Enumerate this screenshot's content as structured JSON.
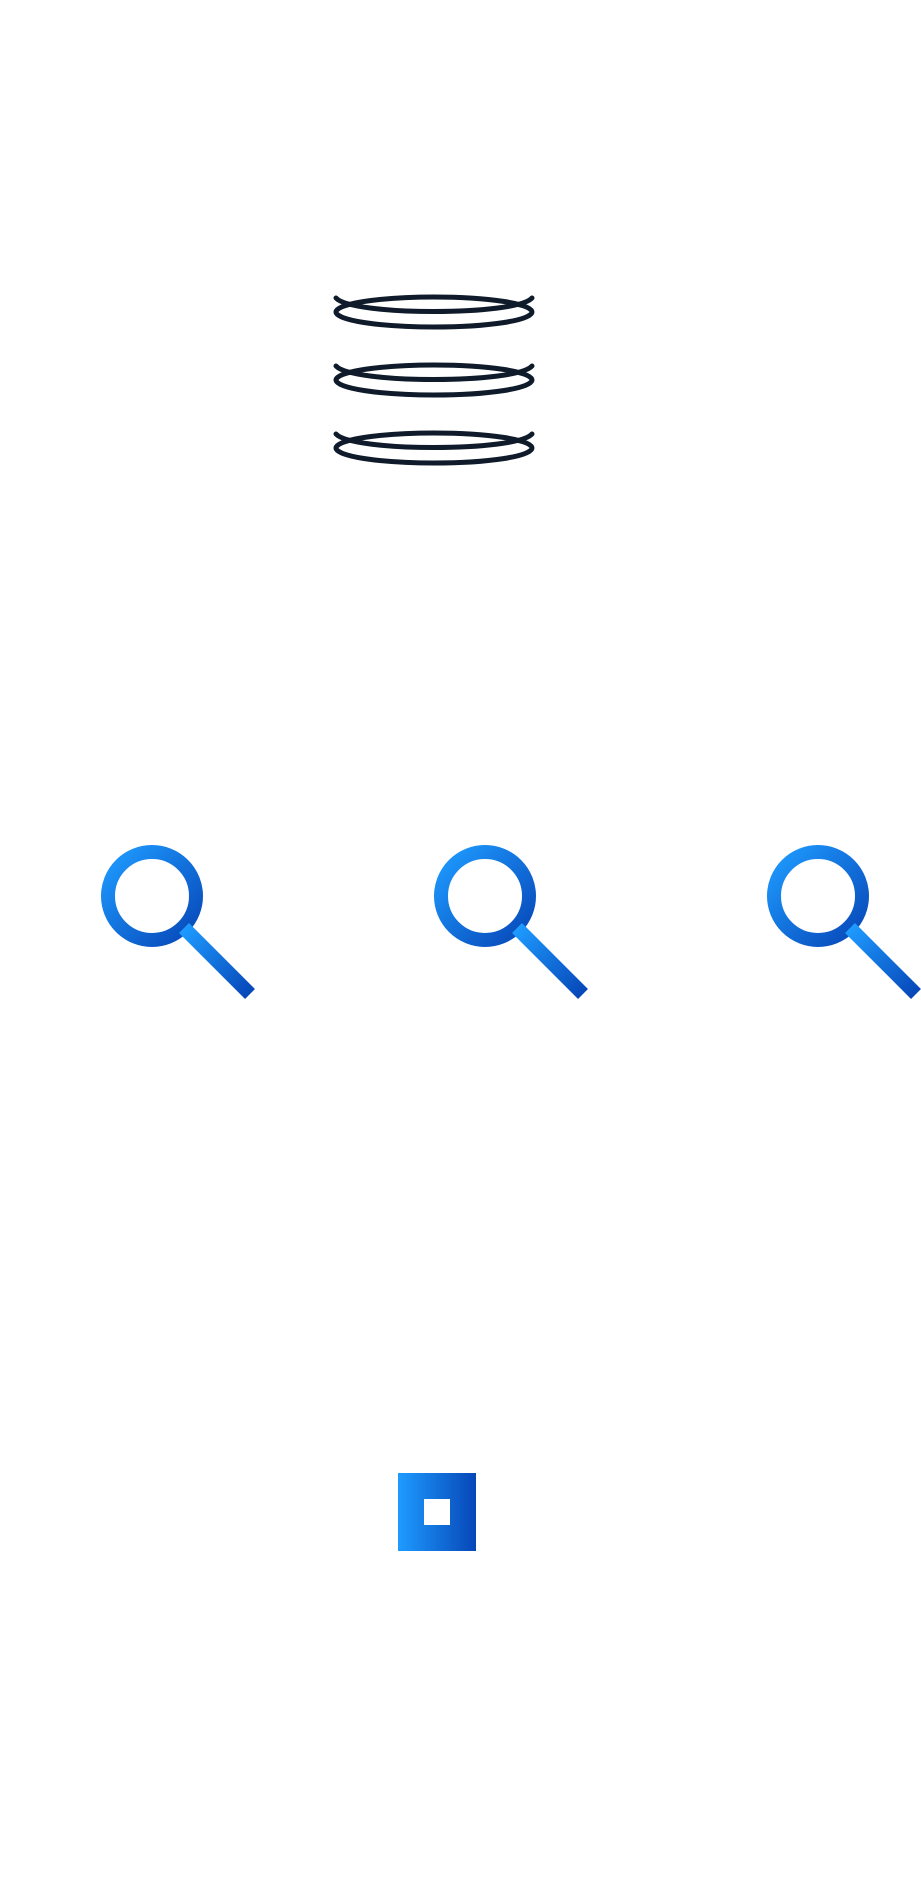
{
  "colors": {
    "background": "#ffffff",
    "database_stroke": "#0f1b2a",
    "gradient_light": "#1e9bff",
    "gradient_dark": "#0747b8"
  },
  "nodes": [
    {
      "id": "database",
      "icon": "database-icon"
    },
    {
      "id": "search-1",
      "icon": "search-icon"
    },
    {
      "id": "search-2",
      "icon": "search-icon"
    },
    {
      "id": "search-3",
      "icon": "search-icon"
    },
    {
      "id": "square",
      "icon": "square-frame-icon"
    }
  ]
}
